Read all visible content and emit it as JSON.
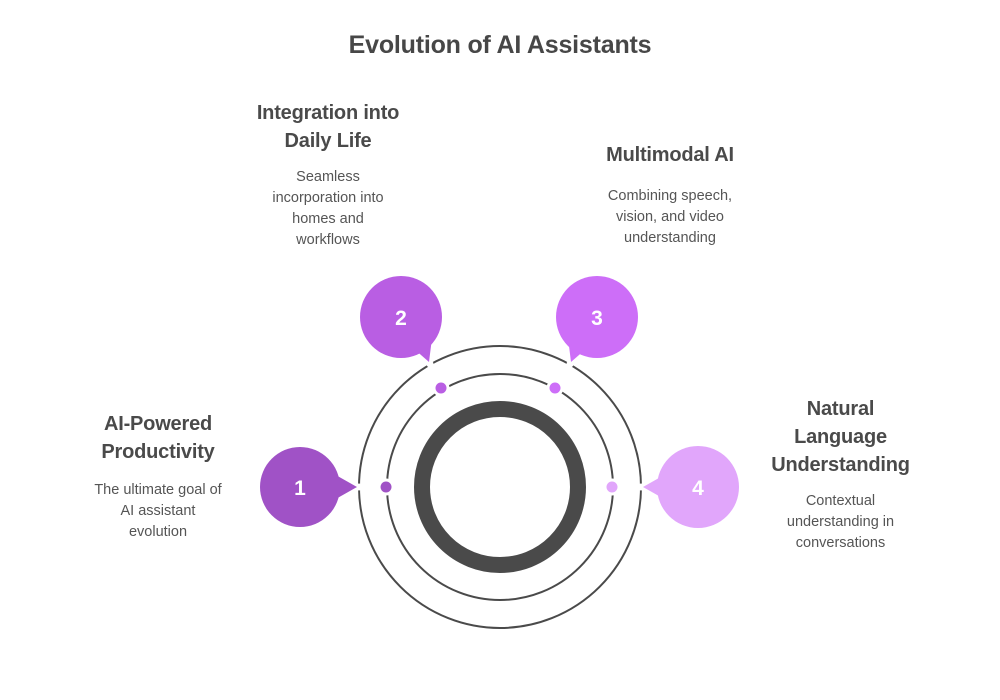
{
  "title": "Evolution of AI Assistants",
  "colors": {
    "step1": "#a052c6",
    "step2": "#b95ee3",
    "step3": "#cd6ef8",
    "step4": "#e1a6fb",
    "ring": "#4a4a4a",
    "text": "#4a4a4a"
  },
  "steps": [
    {
      "number": "1",
      "heading": "AI-Powered Productivity",
      "heading_lines": [
        "AI-Powered",
        "Productivity"
      ],
      "description": "The ultimate goal of AI assistant evolution",
      "description_lines": [
        "The ultimate goal of",
        "AI assistant",
        "evolution"
      ]
    },
    {
      "number": "2",
      "heading": "Integration into Daily Life",
      "heading_lines": [
        "Integration into",
        "Daily Life"
      ],
      "description": "Seamless incorporation into homes and workflows",
      "description_lines": [
        "Seamless",
        "incorporation into",
        "homes and",
        "workflows"
      ]
    },
    {
      "number": "3",
      "heading": "Multimodal AI",
      "heading_lines": [
        "Multimodal AI"
      ],
      "description": "Combining speech, vision, and video understanding",
      "description_lines": [
        "Combining speech,",
        "vision, and video",
        "understanding"
      ]
    },
    {
      "number": "4",
      "heading": "Natural Language Understanding",
      "heading_lines": [
        "Natural",
        "Language",
        "Understanding"
      ],
      "description": "Contextual understanding in conversations",
      "description_lines": [
        "Contextual",
        "understanding in",
        "conversations"
      ]
    }
  ]
}
